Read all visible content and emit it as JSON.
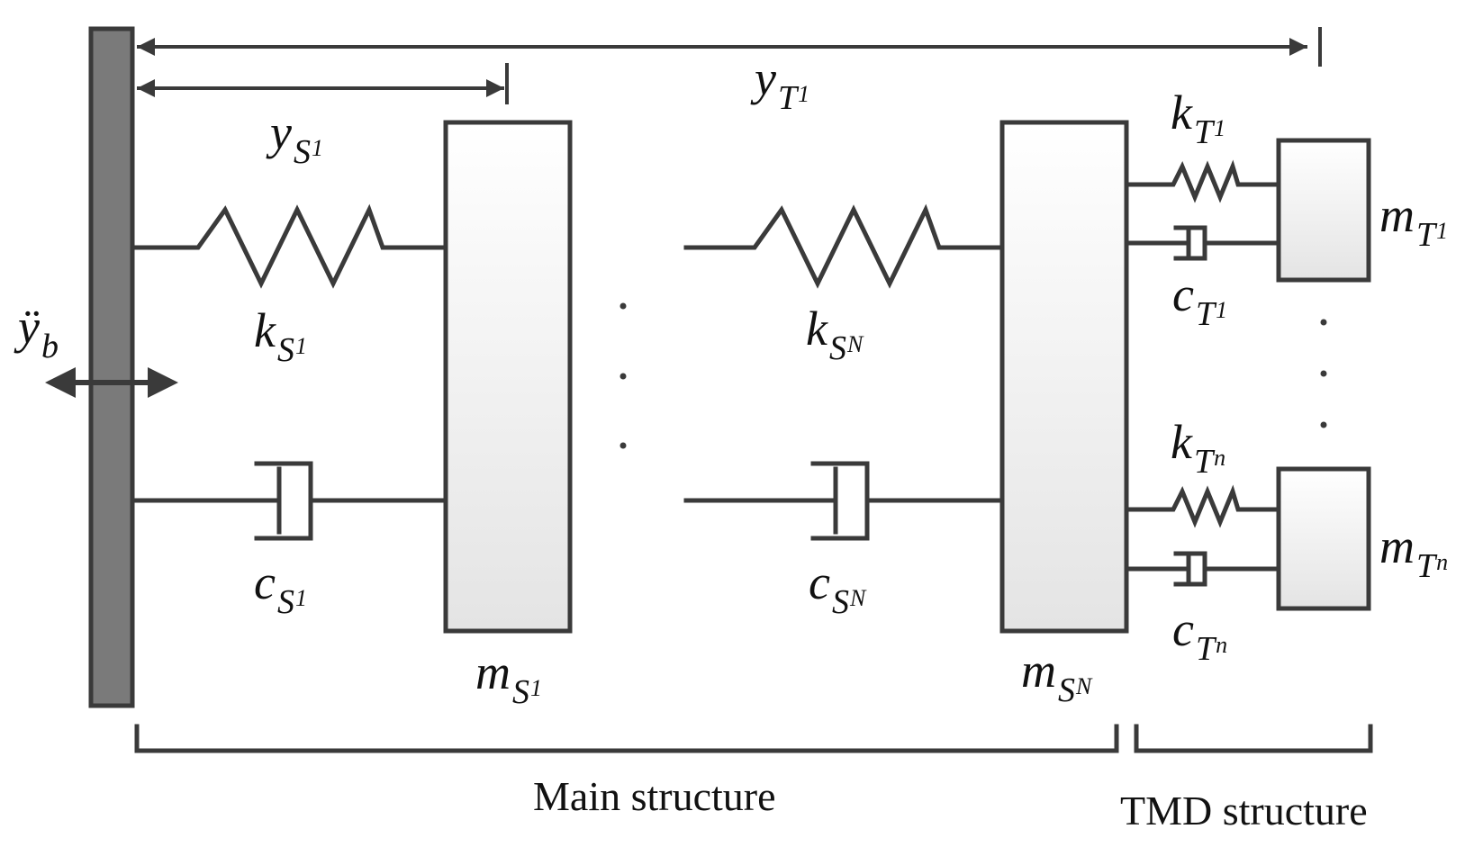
{
  "labels": {
    "ys1": {
      "sym": "y",
      "sub": "S",
      "sub2": "1"
    },
    "yt1": {
      "sym": "y",
      "sub": "T",
      "sub2": "1"
    },
    "ks1": {
      "sym": "k",
      "sub": "S",
      "sub2": "1"
    },
    "cs1": {
      "sym": "c",
      "sub": "S",
      "sub2": "1"
    },
    "ms1": {
      "sym": "m",
      "sub": "S",
      "sub2": "1"
    },
    "ksN": {
      "sym": "k",
      "sub": "S",
      "sub2": "N"
    },
    "csN": {
      "sym": "c",
      "sub": "S",
      "sub2": "N"
    },
    "msN": {
      "sym": "m",
      "sub": "S",
      "sub2": "N"
    },
    "kt1": {
      "sym": "k",
      "sub": "T",
      "sub2": "1"
    },
    "ct1": {
      "sym": "c",
      "sub": "T",
      "sub2": "1"
    },
    "mt1": {
      "sym": "m",
      "sub": "T",
      "sub2": "1"
    },
    "ktn": {
      "sym": "k",
      "sub": "T",
      "sub2": "n"
    },
    "ctn": {
      "sym": "c",
      "sub": "T",
      "sub2": "n"
    },
    "mtn": {
      "sym": "m",
      "sub": "T",
      "sub2": "n"
    },
    "yb": {
      "sym": "ÿ",
      "sub": "b"
    }
  },
  "captions": {
    "main": "Main structure",
    "tmd": "TMD structure"
  },
  "colors": {
    "line": "#3a3a3a",
    "base_fill": "#7a7a7a",
    "mass_fill_top": "#ffffff",
    "mass_fill_bottom": "#e6e6e6"
  }
}
